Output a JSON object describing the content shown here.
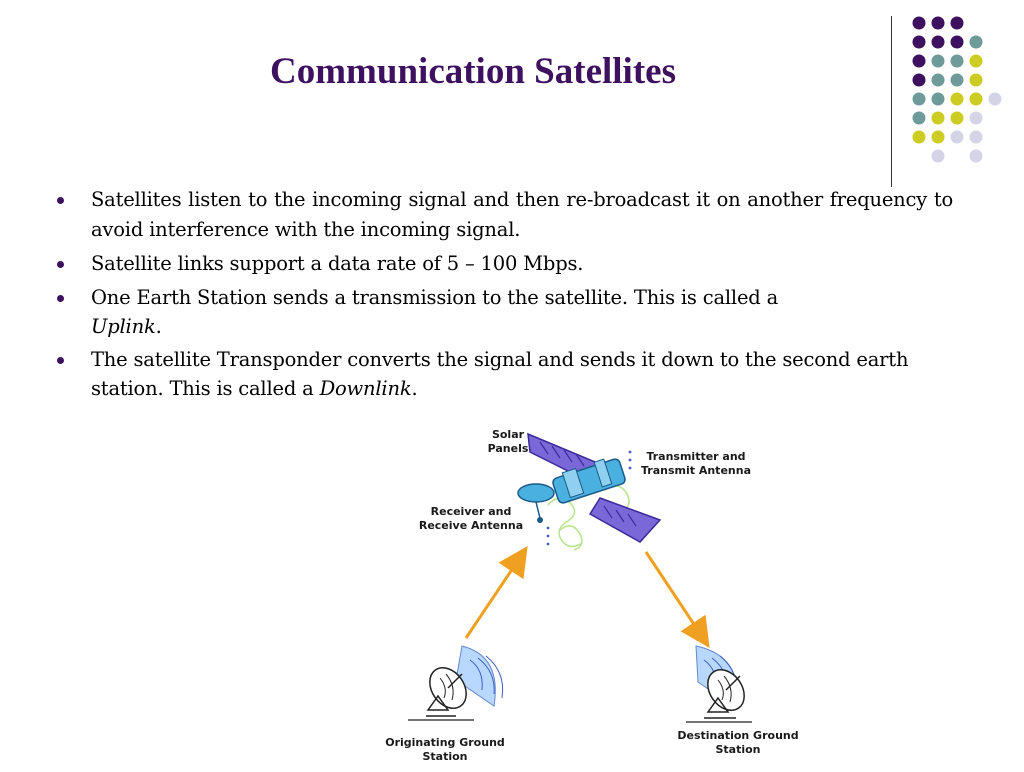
{
  "slide": {
    "title": "Communication Satellites",
    "bullets": [
      {
        "segments": [
          {
            "text": "Satellites listen to the incoming signal and then re-broadcast it on another frequency to avoid interference with the incoming signal.",
            "italic": false
          }
        ]
      },
      {
        "segments": [
          {
            "text": "Satellite links support a data rate of 5 – 100 Mbps.",
            "italic": false
          }
        ]
      },
      {
        "segments": [
          {
            "text": "One Earth Station sends a transmission to the satellite.  This is called a ",
            "italic": false
          },
          {
            "text": "Uplink",
            "italic": true
          },
          {
            "text": ".",
            "italic": false
          }
        ]
      },
      {
        "segments": [
          {
            "text": "The satellite Transponder converts the signal and sends it down to the second earth station.  This is called a ",
            "italic": false
          },
          {
            "text": "Downlink",
            "italic": true
          },
          {
            "text": ".",
            "italic": false
          }
        ]
      }
    ]
  },
  "diagram": {
    "labels": {
      "solar_panels": "Solar\nPanels",
      "transmitter": "Transmitter and\nTransmit Antenna",
      "receiver": "Receiver and\nReceive Antenna",
      "origin_station": "Originating Ground\nStation",
      "destination_station": "Destination Ground\nStation"
    }
  },
  "theme": {
    "title_color": "#3d1060",
    "dot_colors": {
      "purple": "#3d1060",
      "teal": "#6f9a9a",
      "yellow": "#cccc22",
      "lavender": "#d4d4e6"
    },
    "arrow_color": "#f0a020",
    "panel_color": "#7b68d8",
    "satellite_body_color": "#4ab0e0",
    "beam_color": "#b8d8ff",
    "beam_text_color": "#b0e080"
  }
}
